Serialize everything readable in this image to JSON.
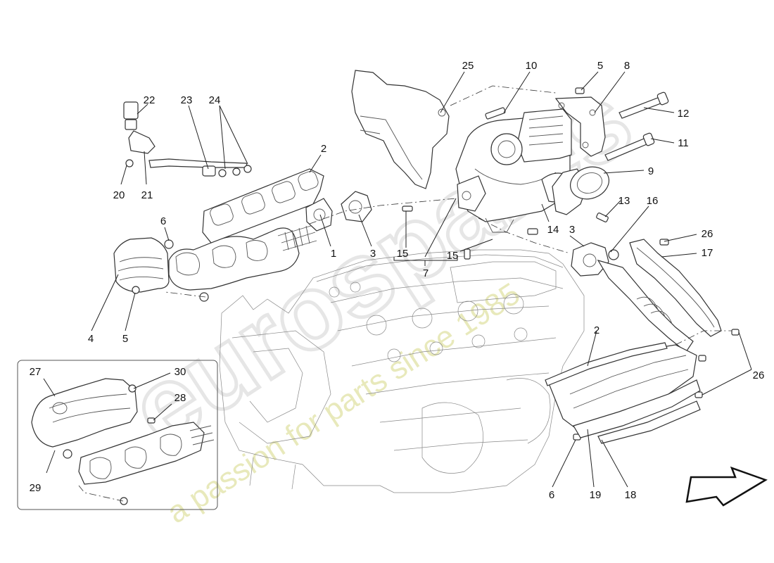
{
  "watermark": {
    "brand_text": "eurospares",
    "tagline": "a passion for parts since 1985",
    "color": "#e4e6b0"
  },
  "callouts": [
    "1",
    "2",
    "3",
    "4",
    "5",
    "6",
    "7",
    "8",
    "9",
    "10",
    "11",
    "12",
    "13",
    "14",
    "15",
    "16",
    "17",
    "18",
    "19",
    "20",
    "21",
    "22",
    "23",
    "24",
    "25",
    "26",
    "27",
    "28",
    "29",
    "30"
  ],
  "label_color": "#111111",
  "line_color": "#222222",
  "direction_arrow": "outline-arrow-icon"
}
